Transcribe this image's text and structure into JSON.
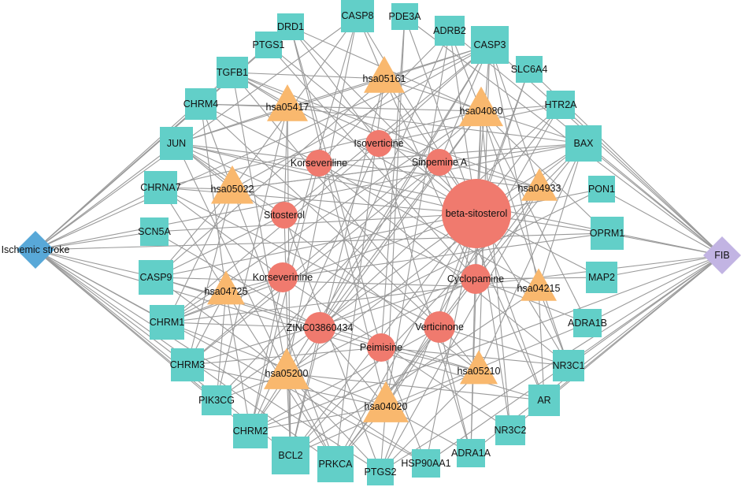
{
  "colors": {
    "target": "#62cfc8",
    "pathway": "#f9b86e",
    "compound": "#f07a6e",
    "disease_left": "#58a8d8",
    "disease_right": "#c2b4e3",
    "edge": "#9a9a9a"
  },
  "nodes": [
    {
      "id": "ischemic",
      "label": "Ischemic stroke",
      "type": "disease_left"
    },
    {
      "id": "fib",
      "label": "FIB",
      "type": "disease_right"
    },
    {
      "id": "beta",
      "label": "beta-sitosterol",
      "type": "compound",
      "r": 44
    },
    {
      "id": "isover",
      "label": "Isoverticine",
      "type": "compound",
      "r": 17
    },
    {
      "id": "korsevl",
      "label": "Korseveriline",
      "type": "compound",
      "r": 17
    },
    {
      "id": "sinp",
      "label": "Sinpemine A",
      "type": "compound",
      "r": 17
    },
    {
      "id": "sitost",
      "label": "Sitosterol",
      "type": "compound",
      "r": 17
    },
    {
      "id": "korsevn",
      "label": "Korseverinine",
      "type": "compound",
      "r": 19
    },
    {
      "id": "cyclo",
      "label": "Cyclopamine",
      "type": "compound",
      "r": 19
    },
    {
      "id": "zinc",
      "label": "ZINC03860434",
      "type": "compound",
      "r": 20
    },
    {
      "id": "vertic",
      "label": "Verticinone",
      "type": "compound",
      "r": 20
    },
    {
      "id": "peim",
      "label": "Peimisine",
      "type": "compound",
      "r": 18
    },
    {
      "id": "hsa05161",
      "label": "hsa05161",
      "type": "pathway",
      "s": 52
    },
    {
      "id": "hsa05417",
      "label": "hsa05417",
      "type": "pathway",
      "s": 52
    },
    {
      "id": "hsa04080",
      "label": "hsa04080",
      "type": "pathway",
      "s": 56
    },
    {
      "id": "hsa05022",
      "label": "hsa05022",
      "type": "pathway",
      "s": 54
    },
    {
      "id": "hsa04933",
      "label": "hsa04933",
      "type": "pathway",
      "s": 46
    },
    {
      "id": "hsa04725",
      "label": "hsa04725",
      "type": "pathway",
      "s": 48
    },
    {
      "id": "hsa04215",
      "label": "hsa04215",
      "type": "pathway",
      "s": 46
    },
    {
      "id": "hsa05200",
      "label": "hsa05200",
      "type": "pathway",
      "s": 58
    },
    {
      "id": "hsa05210",
      "label": "hsa05210",
      "type": "pathway",
      "s": 48
    },
    {
      "id": "hsa04020",
      "label": "hsa04020",
      "type": "pathway",
      "s": 58
    },
    {
      "id": "CASP8",
      "label": "CASP8",
      "type": "target",
      "s": 42
    },
    {
      "id": "PDE3A",
      "label": "PDE3A",
      "type": "target",
      "s": 34
    },
    {
      "id": "DRD1",
      "label": "DRD1",
      "type": "target",
      "s": 34
    },
    {
      "id": "ADRB2",
      "label": "ADRB2",
      "type": "target",
      "s": 38
    },
    {
      "id": "PTGS1",
      "label": "PTGS1",
      "type": "target",
      "s": 34
    },
    {
      "id": "CASP3",
      "label": "CASP3",
      "type": "target",
      "s": 48
    },
    {
      "id": "TGFB1",
      "label": "TGFB1",
      "type": "target",
      "s": 40
    },
    {
      "id": "SLC6A4",
      "label": "SLC6A4",
      "type": "target",
      "s": 34
    },
    {
      "id": "CHRM4",
      "label": "CHRM4",
      "type": "target",
      "s": 40
    },
    {
      "id": "HTR2A",
      "label": "HTR2A",
      "type": "target",
      "s": 36
    },
    {
      "id": "JUN",
      "label": "JUN",
      "type": "target",
      "s": 42
    },
    {
      "id": "BAX",
      "label": "BAX",
      "type": "target",
      "s": 46
    },
    {
      "id": "CHRNA7",
      "label": "CHRNA7",
      "type": "target",
      "s": 42
    },
    {
      "id": "PON1",
      "label": "PON1",
      "type": "target",
      "s": 34
    },
    {
      "id": "SCN5A",
      "label": "SCN5A",
      "type": "target",
      "s": 36
    },
    {
      "id": "OPRM1",
      "label": "OPRM1",
      "type": "target",
      "s": 42
    },
    {
      "id": "CASP9",
      "label": "CASP9",
      "type": "target",
      "s": 44
    },
    {
      "id": "MAP2",
      "label": "MAP2",
      "type": "target",
      "s": 40
    },
    {
      "id": "CHRM1",
      "label": "CHRM1",
      "type": "target",
      "s": 44
    },
    {
      "id": "ADRA1B",
      "label": "ADRA1B",
      "type": "target",
      "s": 36
    },
    {
      "id": "CHRM3",
      "label": "CHRM3",
      "type": "target",
      "s": 42
    },
    {
      "id": "NR3C1",
      "label": "NR3C1",
      "type": "target",
      "s": 40
    },
    {
      "id": "PIK3CG",
      "label": "PIK3CG",
      "type": "target",
      "s": 38
    },
    {
      "id": "AR",
      "label": "AR",
      "type": "target",
      "s": 40
    },
    {
      "id": "CHRM2",
      "label": "CHRM2",
      "type": "target",
      "s": 44
    },
    {
      "id": "NR3C2",
      "label": "NR3C2",
      "type": "target",
      "s": 38
    },
    {
      "id": "BCL2",
      "label": "BCL2",
      "type": "target",
      "s": 48
    },
    {
      "id": "ADRA1A",
      "label": "ADRA1A",
      "type": "target",
      "s": 36
    },
    {
      "id": "PRKCA",
      "label": "PRKCA",
      "type": "target",
      "s": 46
    },
    {
      "id": "PTGS2",
      "label": "PTGS2",
      "type": "target",
      "s": 34
    },
    {
      "id": "HSP90AA1",
      "label": "HSP90AA1",
      "type": "target",
      "s": 36
    }
  ],
  "edges": [
    [
      "ischemic",
      "CHRNA7"
    ],
    [
      "ischemic",
      "SCN5A"
    ],
    [
      "ischemic",
      "CASP9"
    ],
    [
      "ischemic",
      "CHRM1"
    ],
    [
      "ischemic",
      "CHRM3"
    ],
    [
      "ischemic",
      "PIK3CG"
    ],
    [
      "ischemic",
      "CHRM2"
    ],
    [
      "ischemic",
      "JUN"
    ],
    [
      "ischemic",
      "CHRM4"
    ],
    [
      "ischemic",
      "TGFB1"
    ],
    [
      "ischemic",
      "PTGS1"
    ],
    [
      "ischemic",
      "DRD1"
    ],
    [
      "ischemic",
      "BCL2"
    ],
    [
      "ischemic",
      "PRKCA"
    ],
    [
      "ischemic",
      "PTGS2"
    ],
    [
      "ischemic",
      "CASP8"
    ],
    [
      "ischemic",
      "CASP3"
    ],
    [
      "ischemic",
      "BAX"
    ],
    [
      "ischemic",
      "HSP90AA1"
    ],
    [
      "ischemic",
      "AR"
    ],
    [
      "ischemic",
      "OPRM1"
    ],
    [
      "fib",
      "BAX"
    ],
    [
      "fib",
      "PON1"
    ],
    [
      "fib",
      "OPRM1"
    ],
    [
      "fib",
      "MAP2"
    ],
    [
      "fib",
      "ADRA1B"
    ],
    [
      "fib",
      "NR3C1"
    ],
    [
      "fib",
      "AR"
    ],
    [
      "fib",
      "NR3C2"
    ],
    [
      "fib",
      "ADRA1A"
    ],
    [
      "fib",
      "HTR2A"
    ],
    [
      "fib",
      "SLC6A4"
    ],
    [
      "fib",
      "CASP3"
    ],
    [
      "fib",
      "ADRB2"
    ],
    [
      "fib",
      "PDE3A"
    ],
    [
      "fib",
      "HSP90AA1"
    ],
    [
      "fib",
      "PTGS2"
    ],
    [
      "fib",
      "CHRM2"
    ],
    [
      "fib",
      "CHRM1"
    ],
    [
      "fib",
      "JUN"
    ],
    [
      "beta",
      "CASP8"
    ],
    [
      "beta",
      "CASP3"
    ],
    [
      "beta",
      "BAX"
    ],
    [
      "beta",
      "BCL2"
    ],
    [
      "beta",
      "CASP9"
    ],
    [
      "beta",
      "JUN"
    ],
    [
      "beta",
      "TGFB1"
    ],
    [
      "beta",
      "PRKCA"
    ],
    [
      "beta",
      "PTGS2"
    ],
    [
      "beta",
      "PON1"
    ],
    [
      "beta",
      "OPRM1"
    ],
    [
      "beta",
      "AR"
    ],
    [
      "beta",
      "NR3C1"
    ],
    [
      "beta",
      "ADRB2"
    ],
    [
      "beta",
      "PDE3A"
    ],
    [
      "beta",
      "HTR2A"
    ],
    [
      "beta",
      "SCN5A"
    ],
    [
      "beta",
      "CHRM1"
    ],
    [
      "beta",
      "MAP2"
    ],
    [
      "beta",
      "HSP90AA1"
    ],
    [
      "beta",
      "PIK3CG"
    ],
    [
      "beta",
      "DRD1"
    ],
    [
      "beta",
      "SLC6A4"
    ],
    [
      "beta",
      "NR3C2"
    ],
    [
      "beta",
      "ADRA1A"
    ],
    [
      "beta",
      "CHRNA7"
    ],
    [
      "beta",
      "PTGS1"
    ],
    [
      "sitost",
      "BCL2"
    ],
    [
      "sitost",
      "CASP3"
    ],
    [
      "sitost",
      "JUN"
    ],
    [
      "sitost",
      "PTGS2"
    ],
    [
      "sitost",
      "CASP9"
    ],
    [
      "isover",
      "CHRM1"
    ],
    [
      "isover",
      "CHRM2"
    ],
    [
      "isover",
      "ADRA1A"
    ],
    [
      "isover",
      "DRD1"
    ],
    [
      "isover",
      "HTR2A"
    ],
    [
      "isover",
      "CASP3"
    ],
    [
      "korsevl",
      "CHRM4"
    ],
    [
      "korsevl",
      "CHRM2"
    ],
    [
      "korsevl",
      "BAX"
    ],
    [
      "korsevl",
      "ADRB2"
    ],
    [
      "korsevl",
      "NR3C1"
    ],
    [
      "sinp",
      "CHRM3"
    ],
    [
      "sinp",
      "CASP3"
    ],
    [
      "sinp",
      "TGFB1"
    ],
    [
      "sinp",
      "AR"
    ],
    [
      "sinp",
      "PIK3CG"
    ],
    [
      "korsevn",
      "CHRM1"
    ],
    [
      "korsevn",
      "CHRM2"
    ],
    [
      "korsevn",
      "OPRM1"
    ],
    [
      "korsevn",
      "CASP8"
    ],
    [
      "korsevn",
      "NR3C2"
    ],
    [
      "korsevn",
      "CHRNA7"
    ],
    [
      "cyclo",
      "CHRM3"
    ],
    [
      "cyclo",
      "JUN"
    ],
    [
      "cyclo",
      "BAX"
    ],
    [
      "cyclo",
      "MAP2"
    ],
    [
      "cyclo",
      "PRKCA"
    ],
    [
      "cyclo",
      "ADRA1B"
    ],
    [
      "cyclo",
      "PTGS1"
    ],
    [
      "zinc",
      "CHRM1"
    ],
    [
      "zinc",
      "CASP3"
    ],
    [
      "zinc",
      "HTR2A"
    ],
    [
      "zinc",
      "BCL2"
    ],
    [
      "zinc",
      "PON1"
    ],
    [
      "zinc",
      "ADRB2"
    ],
    [
      "zinc",
      "SCN5A"
    ],
    [
      "vertic",
      "CHRM2"
    ],
    [
      "vertic",
      "SLC6A4"
    ],
    [
      "vertic",
      "CHRNA7"
    ],
    [
      "vertic",
      "ADRA1A"
    ],
    [
      "vertic",
      "CHRM4"
    ],
    [
      "vertic",
      "NR3C1"
    ],
    [
      "peim",
      "CHRM3"
    ],
    [
      "peim",
      "NR3C1"
    ],
    [
      "peim",
      "DRD1"
    ],
    [
      "peim",
      "HSP90AA1"
    ],
    [
      "peim",
      "CASP9"
    ],
    [
      "peim",
      "PDE3A"
    ],
    [
      "hsa05161",
      "CASP8"
    ],
    [
      "hsa05161",
      "CASP3"
    ],
    [
      "hsa05161",
      "TGFB1"
    ],
    [
      "hsa05161",
      "JUN"
    ],
    [
      "hsa05161",
      "BAX"
    ],
    [
      "hsa05161",
      "BCL2"
    ],
    [
      "hsa05161",
      "CASP9"
    ],
    [
      "hsa05161",
      "PRKCA"
    ],
    [
      "hsa05417",
      "TGFB1"
    ],
    [
      "hsa05417",
      "CASP3"
    ],
    [
      "hsa05417",
      "BCL2"
    ],
    [
      "hsa05417",
      "JUN"
    ],
    [
      "hsa05417",
      "CHRM4"
    ],
    [
      "hsa05417",
      "BAX"
    ],
    [
      "hsa05417",
      "PIK3CG"
    ],
    [
      "hsa04080",
      "CHRM4"
    ],
    [
      "hsa04080",
      "CHRM1"
    ],
    [
      "hsa04080",
      "CHRM2"
    ],
    [
      "hsa04080",
      "CHRM3"
    ],
    [
      "hsa04080",
      "DRD1"
    ],
    [
      "hsa04080",
      "ADRB2"
    ],
    [
      "hsa04080",
      "HTR2A"
    ],
    [
      "hsa04080",
      "OPRM1"
    ],
    [
      "hsa04080",
      "ADRA1A"
    ],
    [
      "hsa04080",
      "ADRA1B"
    ],
    [
      "hsa04080",
      "NR3C1"
    ],
    [
      "hsa04080",
      "NR3C2"
    ],
    [
      "hsa04080",
      "CHRNA7"
    ],
    [
      "hsa05022",
      "CASP8"
    ],
    [
      "hsa05022",
      "CASP3"
    ],
    [
      "hsa05022",
      "CASP9"
    ],
    [
      "hsa05022",
      "BAX"
    ],
    [
      "hsa05022",
      "CHRM1"
    ],
    [
      "hsa05022",
      "CHRM3"
    ],
    [
      "hsa05022",
      "CHRM4"
    ],
    [
      "hsa05022",
      "JUN"
    ],
    [
      "hsa05022",
      "CHRNA7"
    ],
    [
      "hsa05022",
      "PRKCA"
    ],
    [
      "hsa04933",
      "TGFB1"
    ],
    [
      "hsa04933",
      "JUN"
    ],
    [
      "hsa04933",
      "CASP3"
    ],
    [
      "hsa04933",
      "BAX"
    ],
    [
      "hsa04933",
      "BCL2"
    ],
    [
      "hsa04933",
      "PRKCA"
    ],
    [
      "hsa04933",
      "PTGS2"
    ],
    [
      "hsa04725",
      "CHRM1"
    ],
    [
      "hsa04725",
      "CHRM2"
    ],
    [
      "hsa04725",
      "CHRM3"
    ],
    [
      "hsa04725",
      "CHRM4"
    ],
    [
      "hsa04725",
      "CHRNA7"
    ],
    [
      "hsa04725",
      "PRKCA"
    ],
    [
      "hsa04725",
      "PIK3CG"
    ],
    [
      "hsa04215",
      "CASP3"
    ],
    [
      "hsa04215",
      "CASP9"
    ],
    [
      "hsa04215",
      "BAX"
    ],
    [
      "hsa04215",
      "BCL2"
    ],
    [
      "hsa04215",
      "AR"
    ],
    [
      "hsa04215",
      "NR3C1"
    ],
    [
      "hsa05200",
      "CASP8"
    ],
    [
      "hsa05200",
      "CASP3"
    ],
    [
      "hsa05200",
      "CASP9"
    ],
    [
      "hsa05200",
      "BAX"
    ],
    [
      "hsa05200",
      "BCL2"
    ],
    [
      "hsa05200",
      "JUN"
    ],
    [
      "hsa05200",
      "PTGS2"
    ],
    [
      "hsa05200",
      "PRKCA"
    ],
    [
      "hsa05200",
      "HSP90AA1"
    ],
    [
      "hsa05200",
      "AR"
    ],
    [
      "hsa05200",
      "TGFB1"
    ],
    [
      "hsa05200",
      "PIK3CG"
    ],
    [
      "hsa05200",
      "CHRM2"
    ],
    [
      "hsa05210",
      "CASP3"
    ],
    [
      "hsa05210",
      "CASP9"
    ],
    [
      "hsa05210",
      "BAX"
    ],
    [
      "hsa05210",
      "BCL2"
    ],
    [
      "hsa05210",
      "TGFB1"
    ],
    [
      "hsa05210",
      "PTGS2"
    ],
    [
      "hsa05210",
      "JUN"
    ],
    [
      "hsa04020",
      "CHRM1"
    ],
    [
      "hsa04020",
      "CHRM2"
    ],
    [
      "hsa04020",
      "CHRM3"
    ],
    [
      "hsa04020",
      "ADRB2"
    ],
    [
      "hsa04020",
      "ADRA1A"
    ],
    [
      "hsa04020",
      "ADRA1B"
    ],
    [
      "hsa04020",
      "HTR2A"
    ],
    [
      "hsa04020",
      "PRKCA"
    ],
    [
      "hsa04020",
      "DRD1"
    ],
    [
      "hsa04020",
      "PDE3A"
    ],
    [
      "hsa04020",
      "PTGS2"
    ],
    [
      "beta",
      "hsa05161"
    ],
    [
      "sitost",
      "hsa05417"
    ],
    [
      "cyclo",
      "hsa05200"
    ],
    [
      "zinc",
      "hsa04080"
    ],
    [
      "vertic",
      "hsa04020"
    ],
    [
      "peim",
      "hsa05210"
    ],
    [
      "korsevn",
      "hsa04725"
    ],
    [
      "isover",
      "hsa04933"
    ],
    [
      "sinp",
      "hsa05022"
    ],
    [
      "korsevl",
      "hsa04215"
    ],
    [
      "beta",
      "hsa04080"
    ],
    [
      "zinc",
      "hsa04020"
    ],
    [
      "cyclo",
      "hsa05161"
    ]
  ]
}
